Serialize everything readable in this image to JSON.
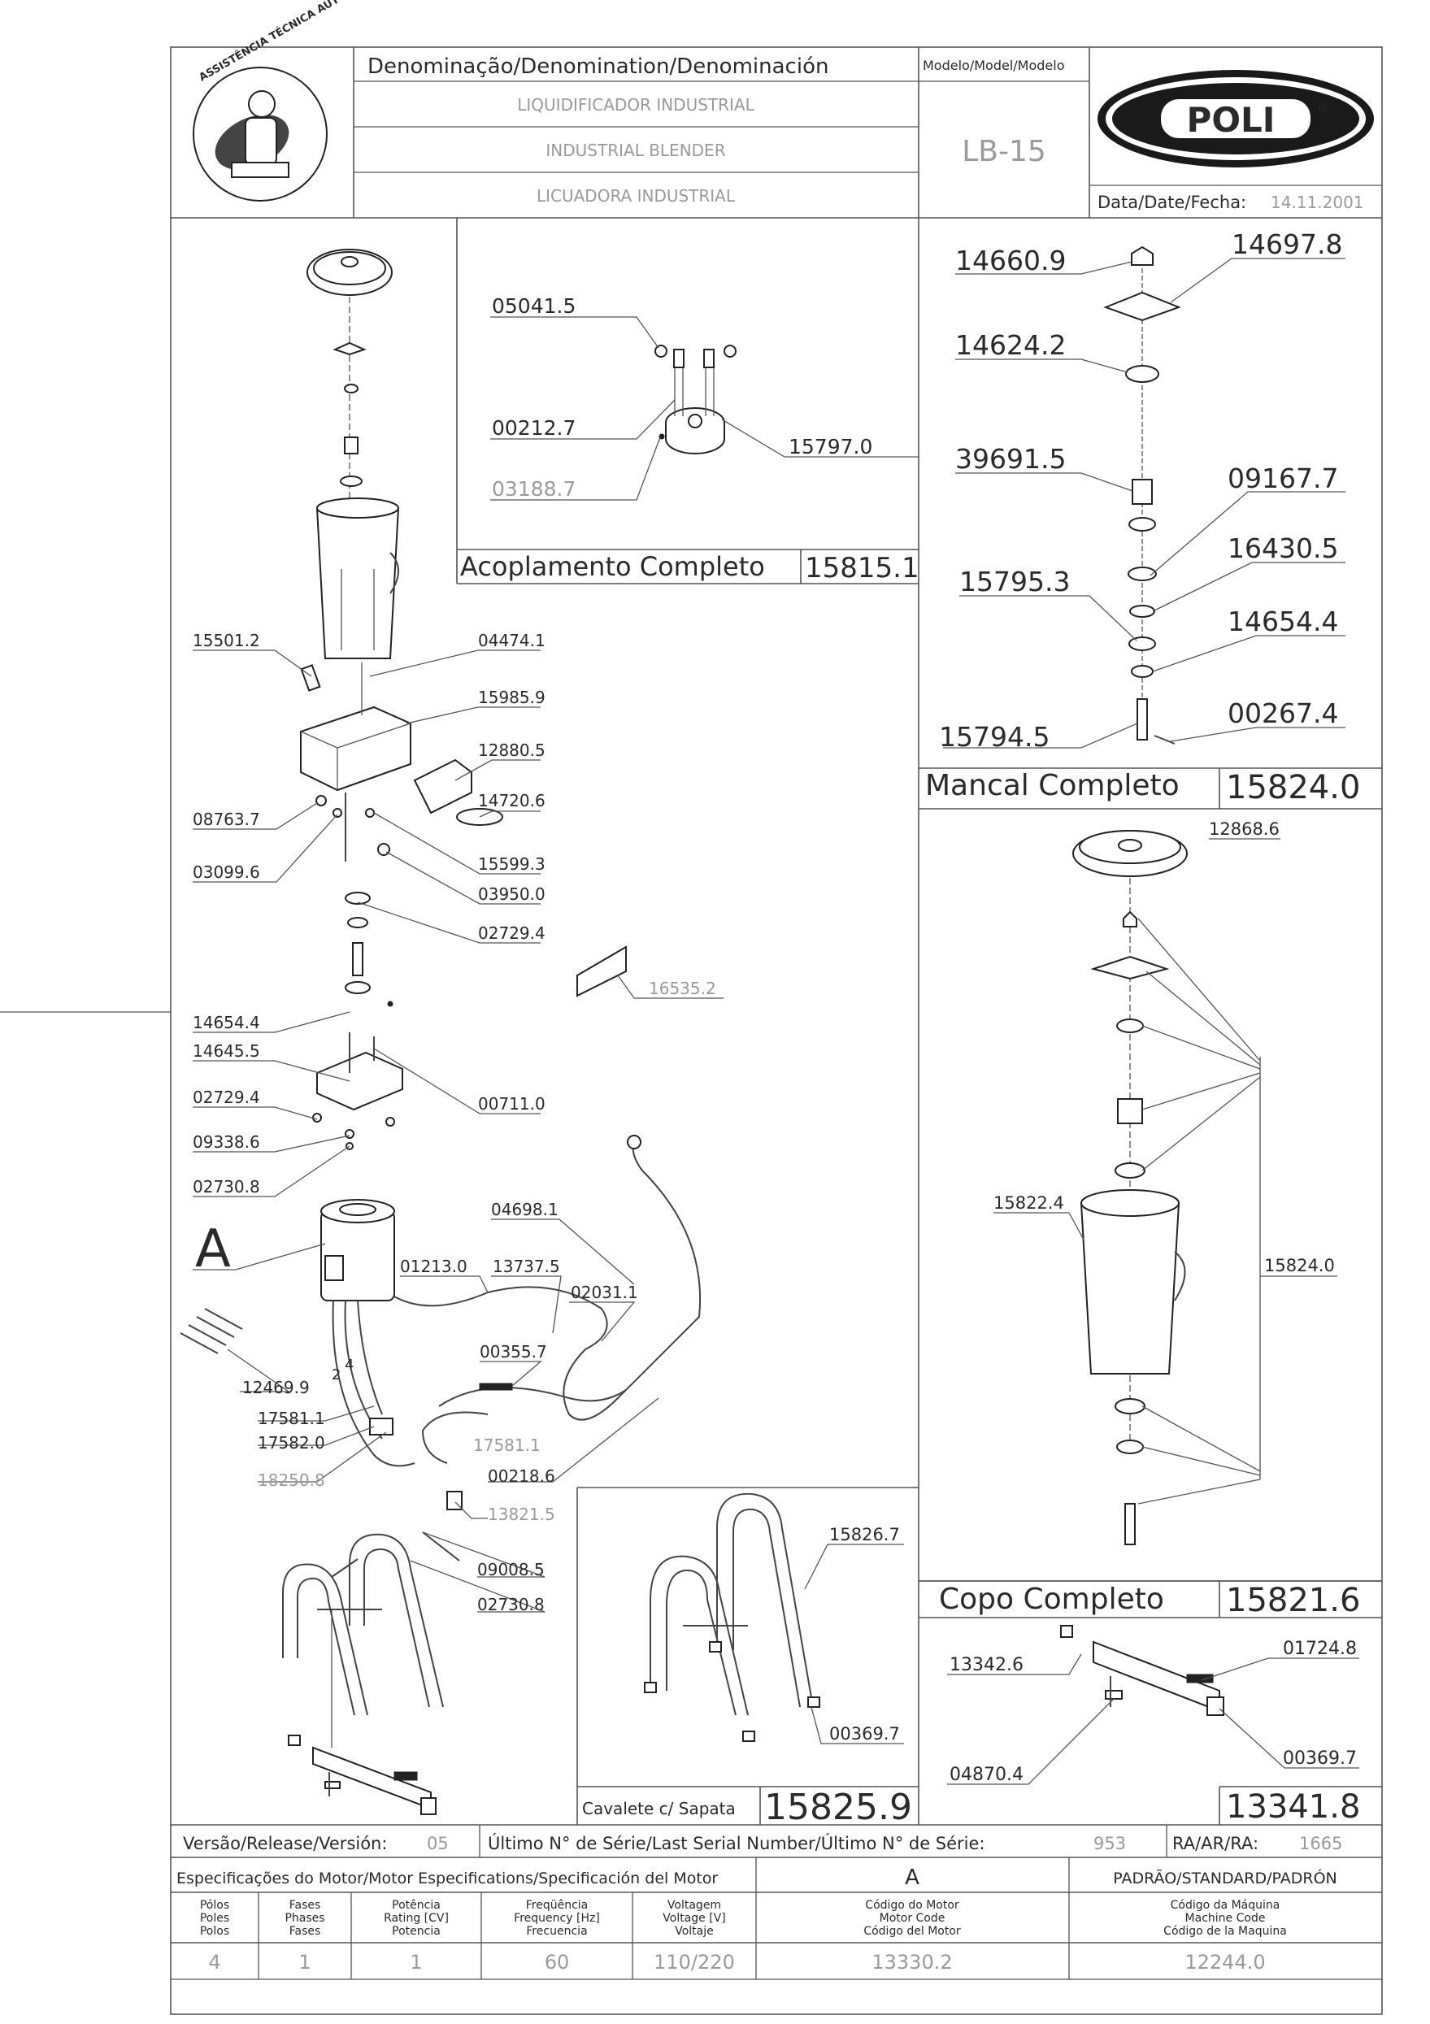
{
  "header": {
    "logo_text": "ASSISTÊNCIA TÉCNICA AUTORIZADA",
    "denomination_label": "Denominação/Denomination/Denominación",
    "names": [
      "LIQUIDIFICADOR INDUSTRIAL",
      "INDUSTRIAL BLENDER",
      "LICUADORA INDUSTRIAL"
    ],
    "model_label": "Modelo/Model/Modelo",
    "model": "LB-15",
    "brand": "POLI",
    "brand_mark": "®",
    "date_label": "Data/Date/Fecha:",
    "date": "14.11.2001"
  },
  "groups": {
    "acoplamento": {
      "title": "Acoplamento Completo",
      "code": "15815.1"
    },
    "mancal": {
      "title": "Mancal Completo",
      "code": "15824.0"
    },
    "copo": {
      "title": "Copo Completo",
      "code": "15821.6"
    },
    "cavalete": {
      "title": "Cavalete c/ Sapata",
      "code": "15825.9"
    },
    "base_code": "13341.8"
  },
  "labels": {
    "acoplamento": [
      "05041.5",
      "00212.7",
      "03188.7",
      "15797.0"
    ],
    "mancal": [
      "14660.9",
      "14697.8",
      "14624.2",
      "39691.5",
      "09167.7",
      "16430.5",
      "15795.3",
      "14654.4",
      "00267.4",
      "15794.5"
    ],
    "copo": [
      "12868.6",
      "15822.4",
      "15824.0"
    ],
    "main": [
      "15501.2",
      "04474.1",
      "15985.9",
      "12880.5",
      "14720.6",
      "08763.7",
      "03099.6",
      "15599.3",
      "03950.0",
      "02729.4",
      "16535.2",
      "14654.4",
      "14645.5",
      "02729.4",
      "09338.6",
      "02730.8",
      "00711.0",
      "A",
      "04698.1",
      "01213.0",
      "13737.5",
      "02031.1",
      "00355.7",
      "12469.9",
      "17581.1",
      "17582.0",
      "17581.1",
      "18250.8",
      "00218.6",
      "13821.5",
      "09008.5",
      "02730.8"
    ],
    "cavalete": [
      "15826.7",
      "00369.7"
    ],
    "base": [
      "13342.6",
      "01724.8",
      "04870.4",
      "00369.7"
    ],
    "wire_numbers": [
      "2",
      "4"
    ]
  },
  "footer": {
    "version_label": "Versão/Release/Versión:",
    "version": "05",
    "serial_label": "Último N° de Série/Last Serial Number/Último N° de Série:",
    "serial": "953",
    "ra_label": "RA/AR/RA:",
    "ra": "1665",
    "motor_spec_label": "Especificações do Motor/Motor Especifications/Specificación del Motor",
    "motor_letter": "A",
    "standard_label": "PADRÃO/STANDARD/PADRÓN",
    "columns": [
      {
        "lines": [
          "Pólos",
          "Poles",
          "Polos"
        ],
        "value": "4"
      },
      {
        "lines": [
          "Fases",
          "Phases",
          "Fases"
        ],
        "value": "1"
      },
      {
        "lines": [
          "Potência",
          "Rating [CV]",
          "Potencia"
        ],
        "value": "1"
      },
      {
        "lines": [
          "Freqüência",
          "Frequency [Hz]",
          "Frecuencia"
        ],
        "value": "60"
      },
      {
        "lines": [
          "Voltagem",
          "Voltage [V]",
          "Voltaje"
        ],
        "value": "110/220"
      },
      {
        "lines": [
          "Código do Motor",
          "Motor Code",
          "Código del Motor"
        ],
        "value": "13330.2"
      },
      {
        "lines": [
          "Código da Máquina",
          "Machine Code",
          "Código de la Maquina"
        ],
        "value": "12244.0"
      }
    ]
  }
}
